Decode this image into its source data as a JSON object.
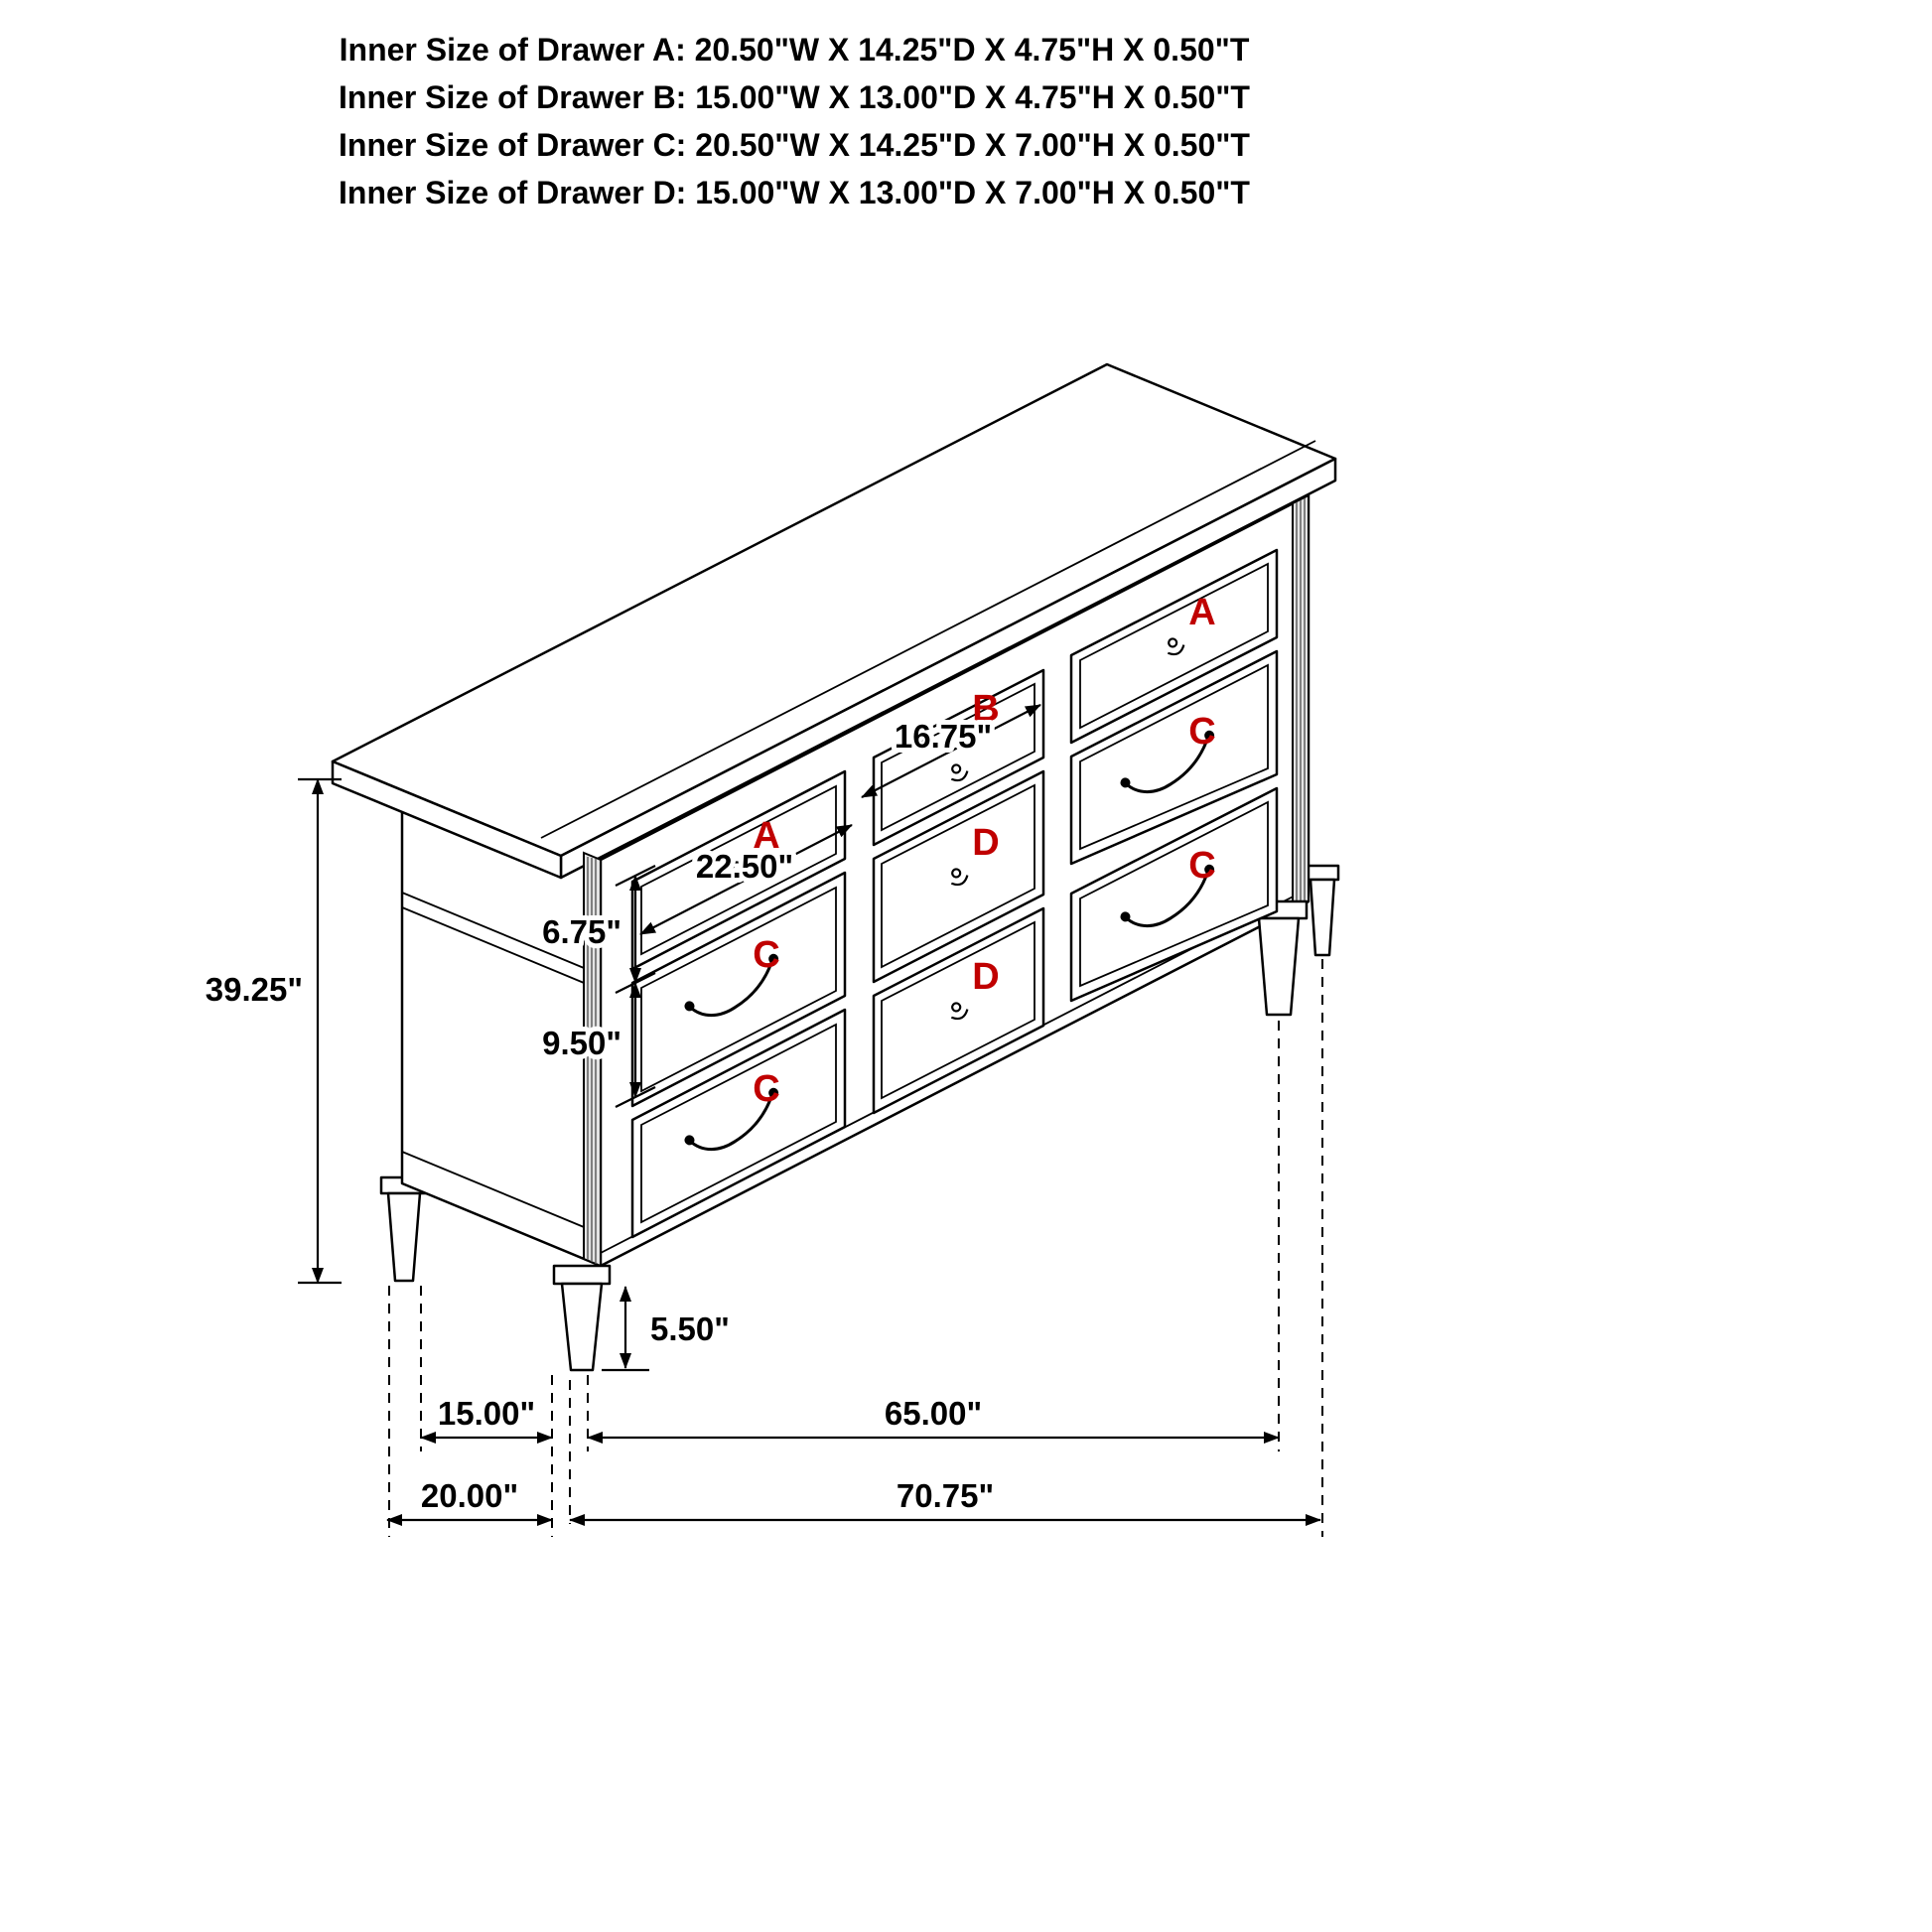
{
  "title_lines": [
    "Inner Size of Drawer A: 20.50\"W X 14.25\"D X 4.75\"H X 0.50\"T",
    "Inner Size of Drawer B: 15.00\"W X 13.00\"D X 4.75\"H X 0.50\"T",
    "Inner Size of Drawer C: 20.50\"W X 14.25\"D X 7.00\"H X 0.50\"T",
    "Inner Size of Drawer D: 15.00\"W X 13.00\"D X 7.00\"H X 0.50\"T"
  ],
  "drawer_labels": [
    "A",
    "C",
    "C",
    "B",
    "D",
    "D",
    "A",
    "C",
    "C"
  ],
  "dims": {
    "overall_height": "39.25\"",
    "top_drawer_height": "6.75\"",
    "middle_drawer_height": "9.50\"",
    "leg_height": "5.50\"",
    "drawer_a_width": "22.50\"",
    "drawer_b_width": "16.75\"",
    "side_inner_depth": "15.00\"",
    "front_inner_width": "65.00\"",
    "side_overall_depth": "20.00\"",
    "front_overall_width": "70.75\""
  },
  "colors": {
    "label_red": "#c00000",
    "line_black": "#000000",
    "background": "#ffffff"
  }
}
